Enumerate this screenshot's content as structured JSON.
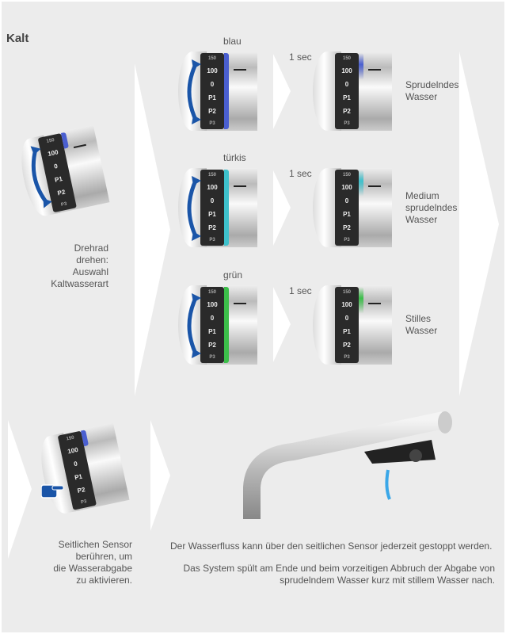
{
  "title": "Kalt",
  "dial_labels": [
    "150",
    "100",
    "0",
    "P1",
    "P2",
    "P3"
  ],
  "left": {
    "caption": [
      "Drehrad",
      "drehen:",
      "Auswahl",
      "Kaltwasserart"
    ]
  },
  "rows": [
    {
      "color_name": "blau",
      "color": "#4a5fd0",
      "delay": "1 sec",
      "result": [
        "Sprudelndes",
        "Wasser"
      ]
    },
    {
      "color_name": "türkis",
      "color": "#3ec1cc",
      "delay": "1 sec",
      "result": [
        "Medium",
        "sprudelndes",
        "Wasser"
      ]
    },
    {
      "color_name": "grün",
      "color": "#3cbf4a",
      "delay": "1 sec",
      "result": [
        "Stilles",
        "Wasser"
      ]
    }
  ],
  "sensor": {
    "caption": [
      "Seitlichen Sensor",
      "berühren, um",
      "die Wasserabgabe",
      "zu aktivieren."
    ]
  },
  "notes": {
    "line1": "Der Wasserfluss kann über den seitlichen Sensor jederzeit gestoppt werden.",
    "line2a": "Das System spült am Ende und beim vorzeitigen Abbruch der Abgabe von",
    "line2b": "sprudelndem Wasser kurz mit stillem Wasser nach."
  },
  "colors": {
    "arrow": "#1a55a8",
    "bg": "#ececec"
  }
}
